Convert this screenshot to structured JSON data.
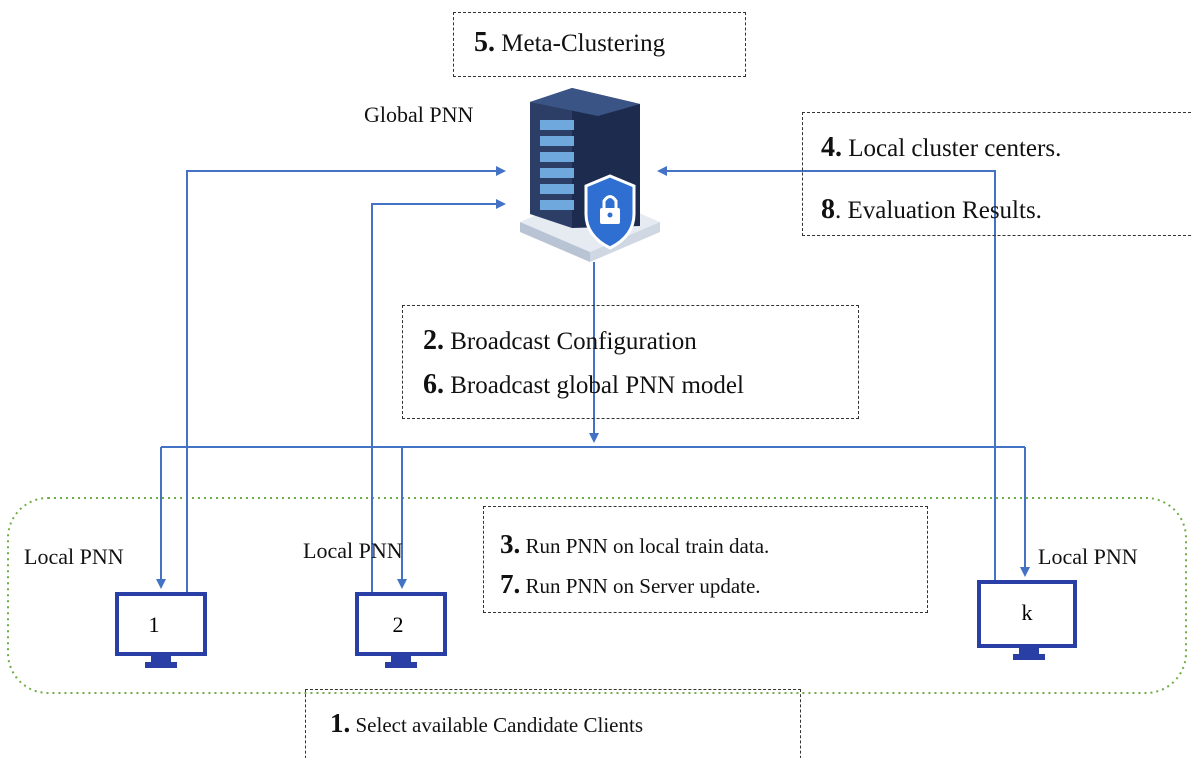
{
  "server": {
    "label": "Global PNN",
    "icon": "secure-server-icon"
  },
  "steps": {
    "s1": {
      "num": "1.",
      "text": " Select available Candidate Clients"
    },
    "s2": {
      "num": "2.",
      "text": " Broadcast Configuration"
    },
    "s3": {
      "num": "3.",
      "text": " Run PNN on local train data."
    },
    "s4": {
      "num": "4.",
      "text": " Local cluster centers."
    },
    "s5": {
      "num": "5.",
      "text": " Meta-Clustering"
    },
    "s6": {
      "num": "6.",
      "text": " Broadcast global PNN model"
    },
    "s7": {
      "num": "7.",
      "text": " Run PNN on Server update."
    },
    "s8": {
      "num": "8",
      "text": ". Evaluation Results."
    }
  },
  "clients": [
    {
      "label": "Local PNN",
      "id": "1"
    },
    {
      "label": "Local PNN",
      "id": "2"
    },
    {
      "label": "Local PNN",
      "id": "k"
    }
  ],
  "colors": {
    "arrow": "#4472c4",
    "monitor": "#2a3fa6",
    "group_border": "#70ad47",
    "server_body": "#1d2b4f",
    "server_light": "#6fa8dc",
    "shield": "#2f6fd1"
  }
}
